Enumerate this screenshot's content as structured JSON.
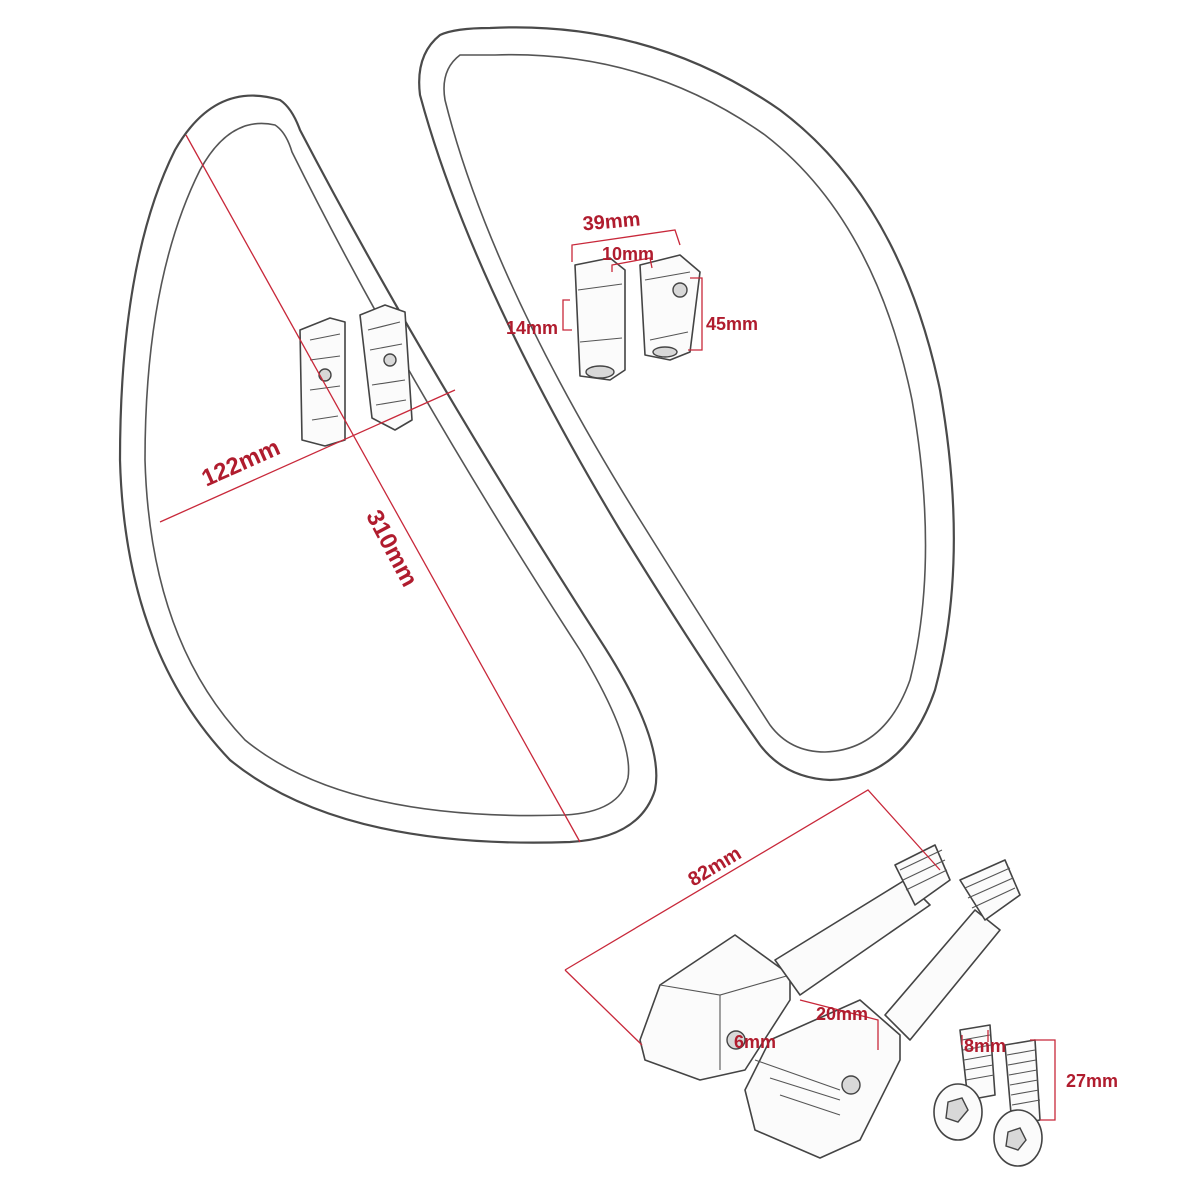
{
  "dimensions": {
    "w39": "39mm",
    "w10": "10mm",
    "h14": "14mm",
    "h45": "45mm",
    "w122": "122mm",
    "l310": "310mm",
    "l82": "82mm",
    "w20": "20mm",
    "d6": "6mm",
    "d8": "8mm",
    "l27": "27mm"
  },
  "colors": {
    "dimension_line": "#c8283a",
    "dimension_text": "#b01c2e",
    "outline": "#4a4a4a"
  }
}
